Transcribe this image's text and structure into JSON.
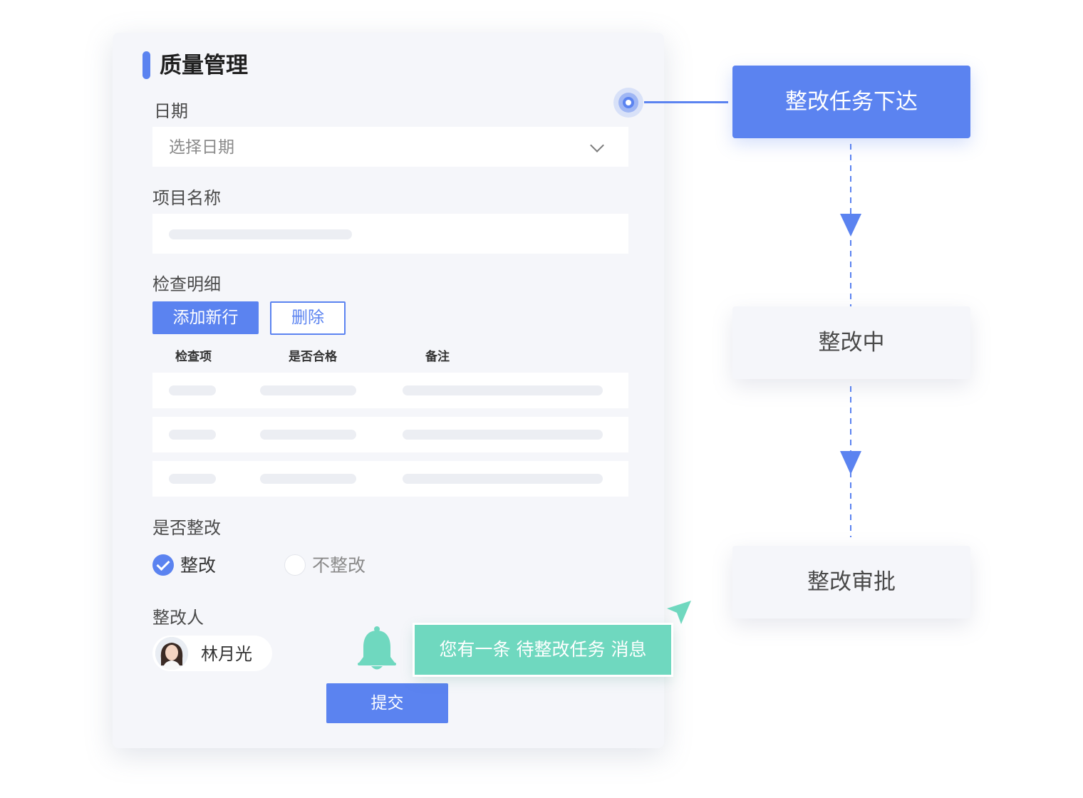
{
  "form": {
    "title": "质量管理",
    "date_label": "日期",
    "date_placeholder": "选择日期",
    "project_label": "项目名称",
    "details_label": "检查明细",
    "add_row_button": "添加新行",
    "delete_button": "删除",
    "table_headers": [
      "检查项",
      "是否合格",
      "备注"
    ],
    "rectify_label": "是否整改",
    "rectify_options": [
      {
        "label": "整改",
        "checked": true
      },
      {
        "label": "不整改",
        "checked": false
      }
    ],
    "assignee_label": "整改人",
    "assignee_name": "林月光",
    "submit_button": "提交"
  },
  "notification": {
    "message": "您有一条 待整改任务 消息"
  },
  "flow": {
    "steps": [
      {
        "label": "整改任务下达",
        "active": true
      },
      {
        "label": "整改中",
        "active": false
      },
      {
        "label": "整改审批",
        "active": false
      }
    ]
  },
  "colors": {
    "primary": "#5b83f0",
    "notify": "#6fd8bf",
    "card_bg": "#f5f6fa"
  }
}
